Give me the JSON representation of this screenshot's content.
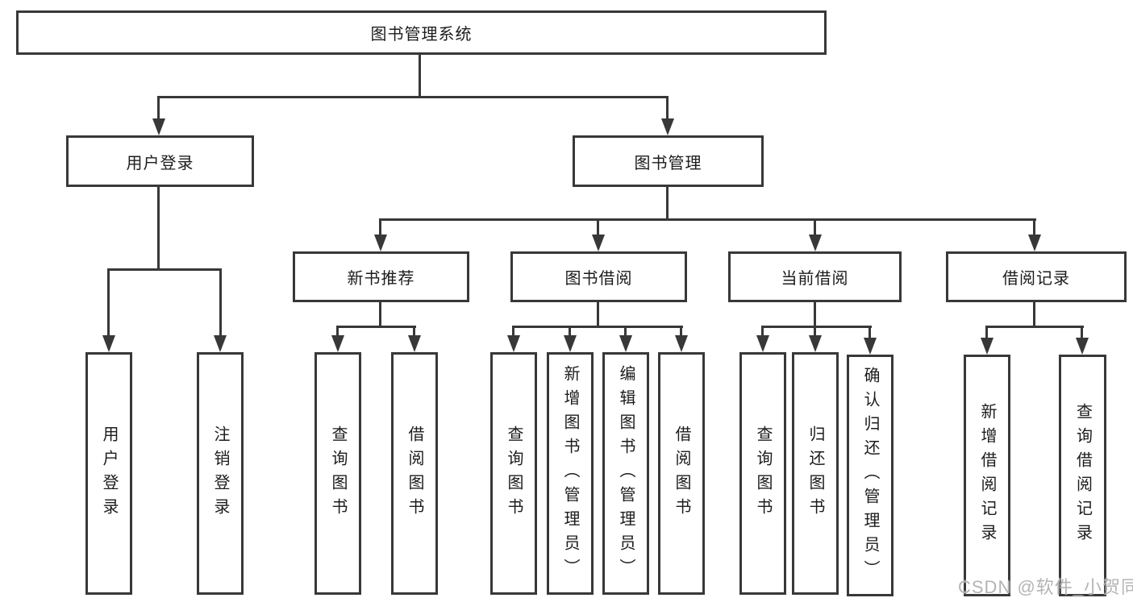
{
  "diagram_title": "图书管理系统",
  "nodes": {
    "root": "图书管理系统",
    "user_login": "用户登录",
    "book_mgmt": "图书管理",
    "new_books": "新书推荐",
    "book_borrow": "图书借阅",
    "current_borrow": "当前借阅",
    "borrow_records": "借阅记录",
    "leaf_user_login": "用户登录",
    "leaf_logout": "注销登录",
    "leaf_nb_query": "查询图书",
    "leaf_nb_borrow": "借阅图书",
    "leaf_bb_query": "查询图书",
    "leaf_bb_add": "新增图书（管理员）",
    "leaf_bb_edit": "编辑图书（管理员）",
    "leaf_bb_borrow": "借阅图书",
    "leaf_cb_query": "查询图书",
    "leaf_cb_return": "归还图书",
    "leaf_cb_confirm": "确认归还（管理员）",
    "leaf_br_add": "新增借阅记录",
    "leaf_br_query": "查询借阅记录"
  },
  "watermark": "CSDN @软件_小贺同学",
  "colors": {
    "line": "#383838",
    "text": "#1c1c1c",
    "background": "#ffffff",
    "watermark": "#aeaeae"
  }
}
